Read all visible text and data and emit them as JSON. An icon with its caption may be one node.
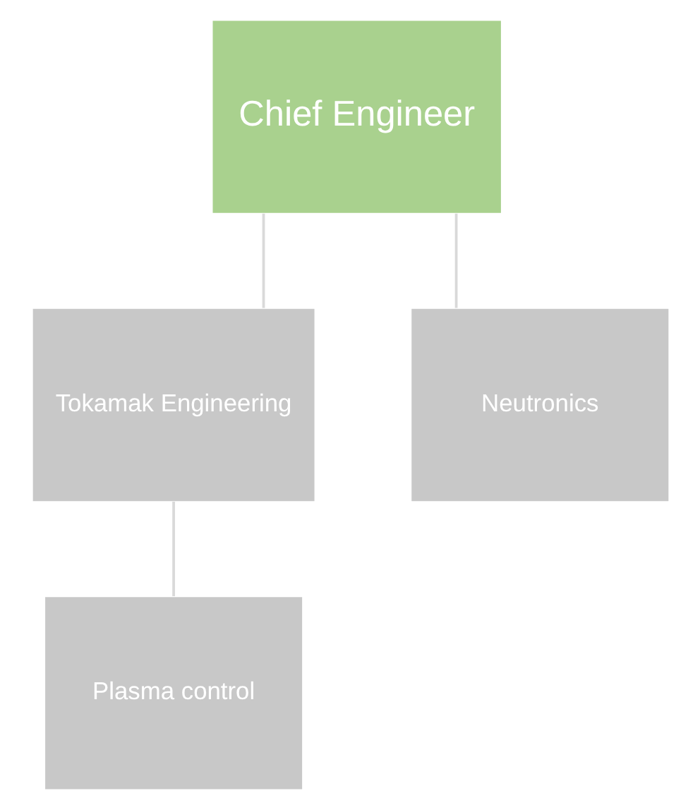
{
  "diagram": {
    "nodes": [
      {
        "text": [
          "Chief Engineer"
        ]
      },
      {
        "text": [
          "Tokamak Engineering"
        ]
      },
      {
        "text": [
          "Plasma control"
        ]
      },
      {
        "text": [
          "Neutronics"
        ]
      }
    ],
    "edges": [
      {
        "from": 0,
        "to": 1,
        "arrow": "none"
      },
      {
        "from": 0,
        "to": 3,
        "arrow": "none"
      },
      {
        "from": 1,
        "to": 2,
        "arrow": "none"
      }
    ]
  }
}
